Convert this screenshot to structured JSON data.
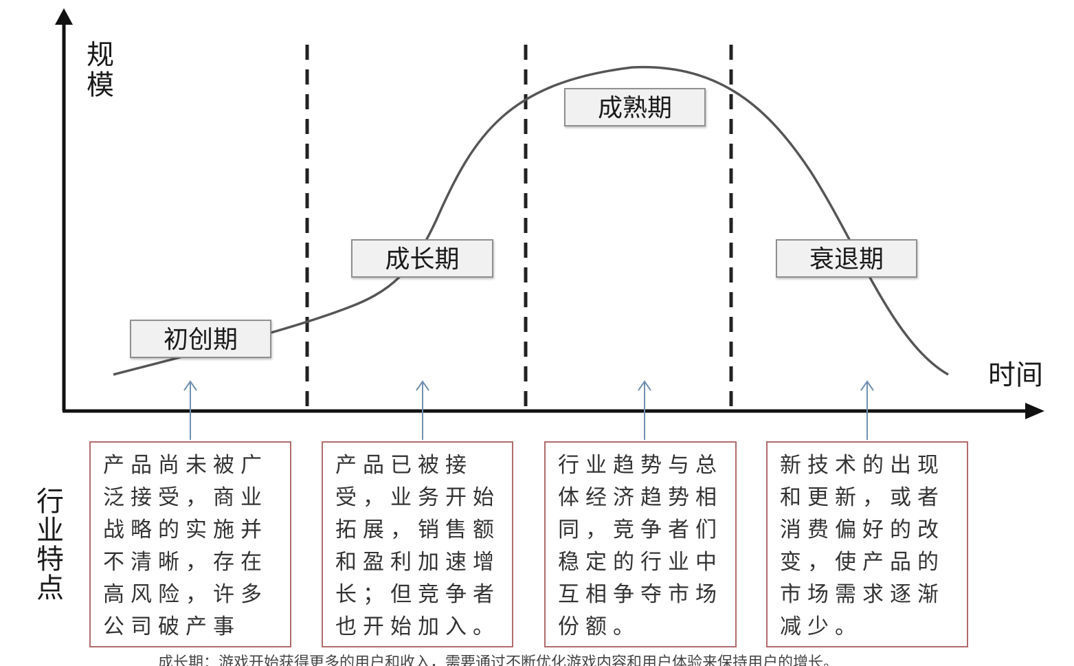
{
  "axes": {
    "y_label": "规模",
    "x_label": "时间"
  },
  "section_title": "行业特点",
  "phases": [
    {
      "name": "初创期",
      "description": "产品尚未被广泛接受，商业战略的实施并不清晰，存在高风险，许多公司破产事件。"
    },
    {
      "name": "成长期",
      "description": "产品已被接受，业务开始拓展，销售额和盈利加速增长；但竞争者也开始加入。"
    },
    {
      "name": "成熟期",
      "description": "行业趋势与总体经济趋势相同，竞争者们稳定的行业中互相争夺市场份额。"
    },
    {
      "name": "衰退期",
      "description": "新技术的出现和更新，或者消费偏好的改变，使产品的市场需求逐渐减少。"
    }
  ],
  "caption": "成长期：游戏开始获得更多的用户和收入，需要通过不断优化游戏内容和用户体验来保持用户的增长。",
  "colors": {
    "curve": "#555555",
    "axis": "#111111",
    "divider": "#222222",
    "arrow": "#6f8fb0",
    "box_border": "#b06a6a",
    "label_fill": "#f1f1f1"
  }
}
